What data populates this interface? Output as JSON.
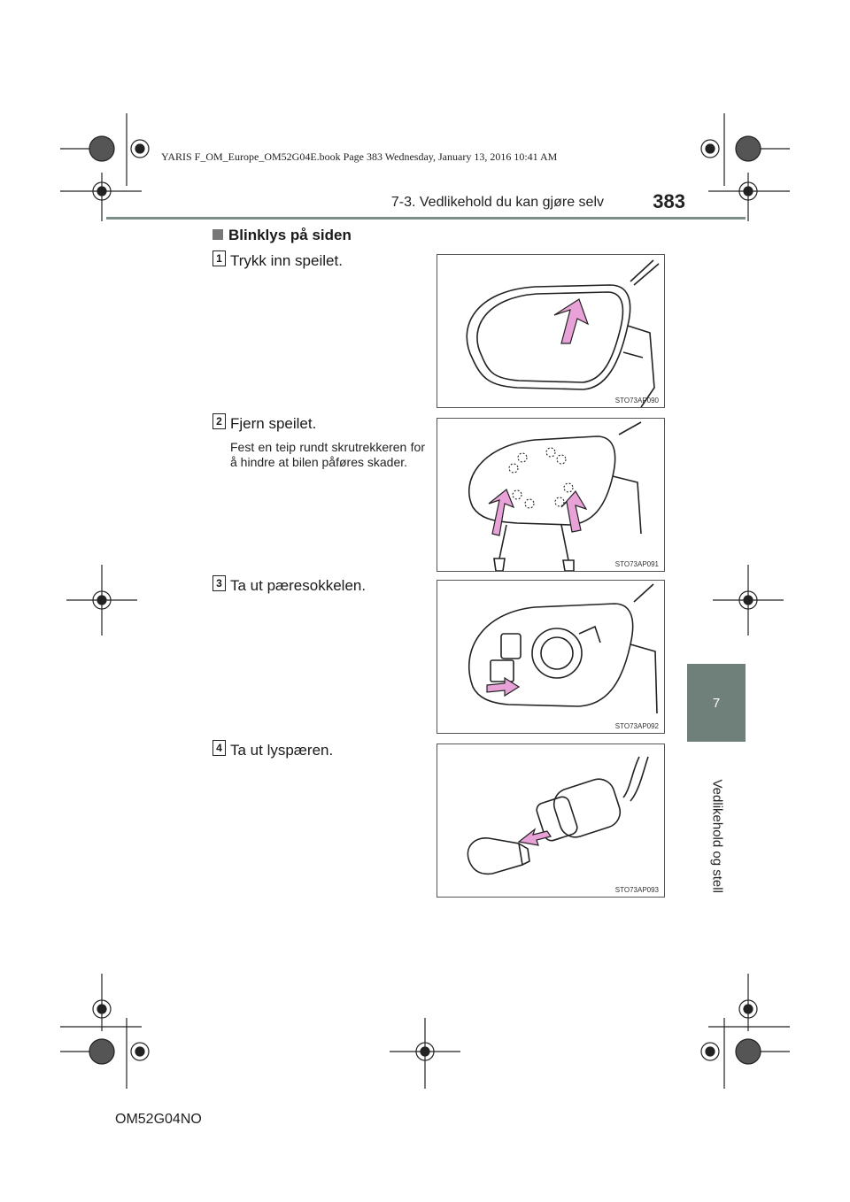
{
  "print_info": "YARIS F_OM_Europe_OM52G04E.book  Page 383  Wednesday, January 13, 2016  10:41 AM",
  "header": {
    "section": "7-3. Vedlikehold du kan gjøre selv",
    "page_number": "383"
  },
  "side_tab": {
    "chapter_number": "7",
    "chapter_title": "Vedlikehold og stell"
  },
  "section_title": "Blinklys på siden",
  "steps": [
    {
      "number": "1",
      "text": "Trykk inn speilet.",
      "figure_id": "STO73AP090"
    },
    {
      "number": "2",
      "text": "Fjern speilet.",
      "note": "Fest en teip rundt skrutrekkeren for å hindre at bilen påføres skader.",
      "figure_id": "STO73AP091"
    },
    {
      "number": "3",
      "text": "Ta ut pæresokkelen.",
      "figure_id": "STO73AP092"
    },
    {
      "number": "4",
      "text": "Ta ut lyspæren.",
      "figure_id": "STO73AP093"
    }
  ],
  "footer_code": "OM52G04NO",
  "colors": {
    "header_rule": "#7c8e88",
    "side_tab": "#6f7f7a",
    "arrow_fill": "#e8a2d8"
  }
}
